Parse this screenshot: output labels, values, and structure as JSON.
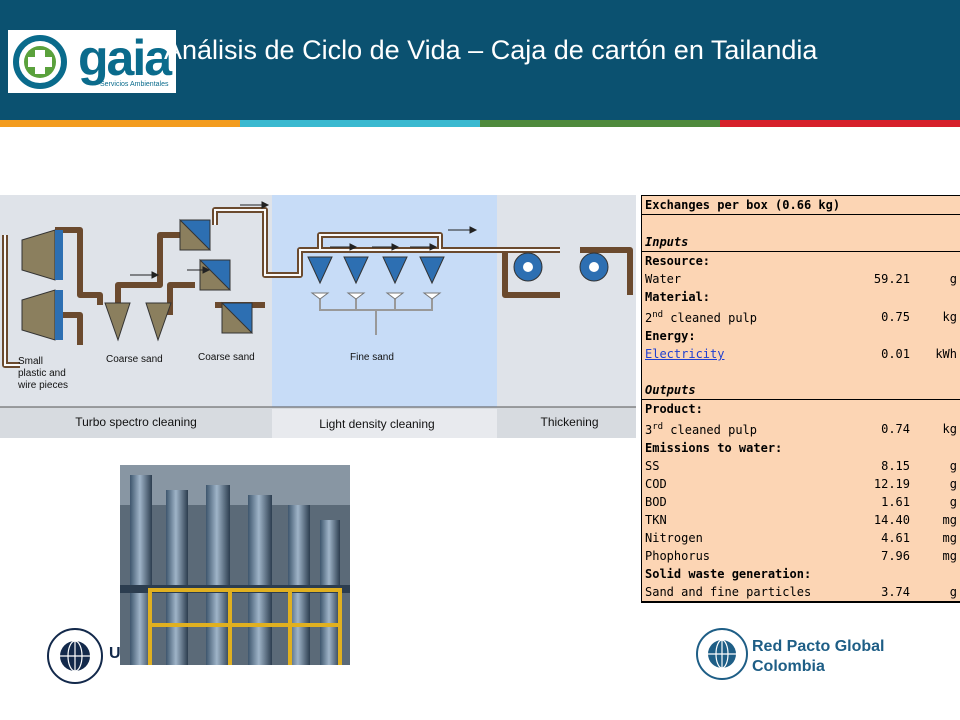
{
  "header": {
    "title": "Análisis de Ciclo de Vida – Caja de cartón en Tailandia",
    "logo_word": "gaia",
    "logo_sub": "Servicios Ambientales"
  },
  "colors": {
    "header_bg": "#0b5170",
    "strip": [
      "#f39c1f",
      "#3ab9d0",
      "#4f8a3c",
      "#d6202b"
    ],
    "table_bg": "#fcd5b4",
    "light_density_bg": "#c7dcf7"
  },
  "diagram": {
    "stages": [
      "Turbo spectro cleaning",
      "Light density cleaning",
      "Thickening"
    ],
    "labels": {
      "small_plastic": [
        "Small",
        "plastic and",
        "wire pieces"
      ],
      "coarse_sand_1": "Coarse sand",
      "coarse_sand_2": "Coarse sand",
      "fine_sand": "Fine sand"
    }
  },
  "exchanges": {
    "title": "Exchanges per box (0.66 kg)",
    "inputs_label": "Inputs",
    "outputs_label": "Outputs",
    "resource_label": "Resource:",
    "water": {
      "name": "Water",
      "value": "59.21",
      "unit": "g"
    },
    "material_label": "Material:",
    "pulp_in": {
      "ord": "2",
      "sup": "nd",
      "rest": " cleaned pulp",
      "value": "0.75",
      "unit": "kg"
    },
    "energy_label": "Energy:",
    "electricity": {
      "name": "Electricity",
      "value": "0.01",
      "unit": "kWh"
    },
    "product_label": "Product:",
    "pulp_out": {
      "ord": "3",
      "sup": "rd",
      "rest": " cleaned pulp",
      "value": "0.74",
      "unit": "kg"
    },
    "emissions_label": "Emissions to water:",
    "emissions": [
      {
        "name": "SS",
        "value": "8.15",
        "unit": "g"
      },
      {
        "name": "COD",
        "value": "12.19",
        "unit": "g"
      },
      {
        "name": "BOD",
        "value": "1.61",
        "unit": "g"
      },
      {
        "name": "TKN",
        "value": "14.40",
        "unit": "mg"
      },
      {
        "name": "Nitrogen",
        "value": "4.61",
        "unit": "mg"
      },
      {
        "name": "Phophorus",
        "value": "7.96",
        "unit": "mg"
      }
    ],
    "solid_label": "Solid waste generation:",
    "solid": {
      "name": "Sand and fine particles",
      "value": "3.74",
      "unit": "g"
    }
  },
  "footer": {
    "left_fragment": "U",
    "right_name": [
      "Red Pacto Global",
      "Colombia"
    ]
  }
}
